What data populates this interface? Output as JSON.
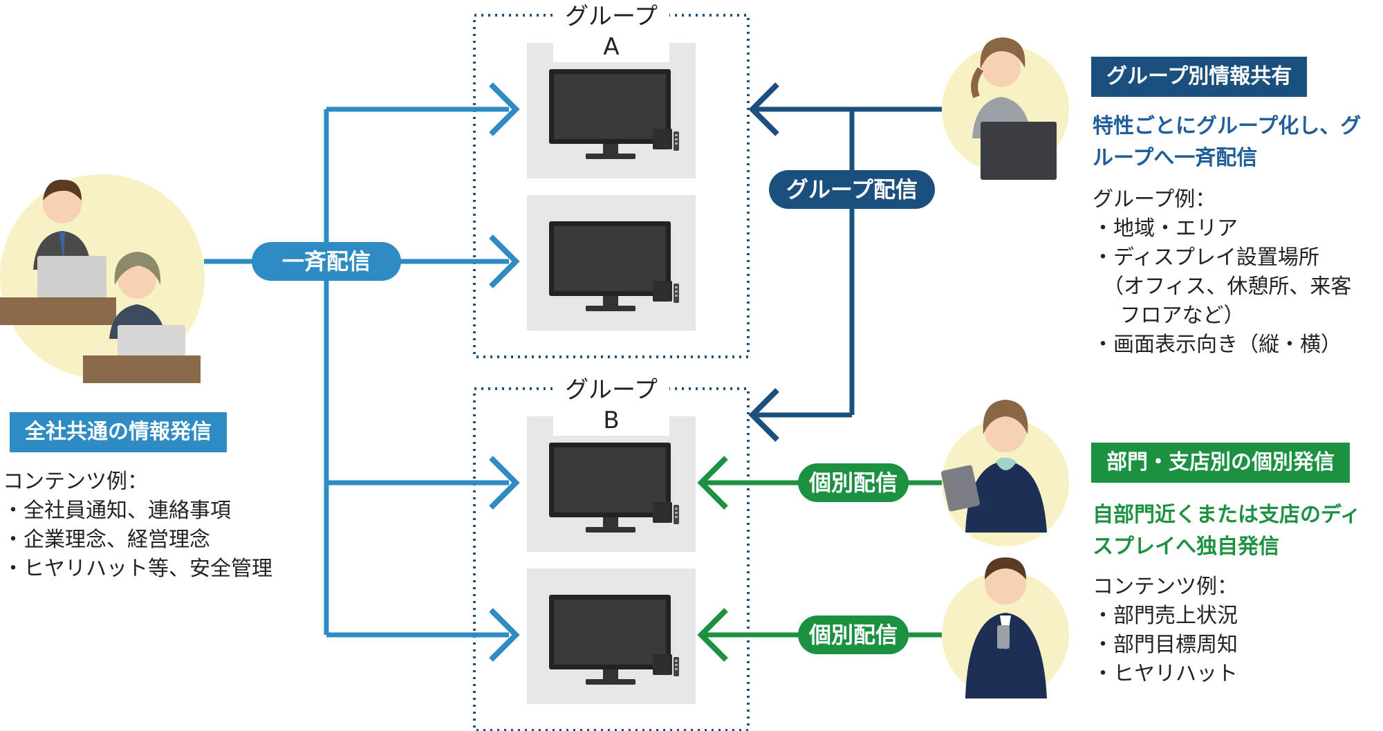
{
  "colors": {
    "blue": "#2e8bc4",
    "navy": "#1b4f7e",
    "green": "#1c9142",
    "avatar_bg": "#f7f1c4",
    "screen_panel": "#e6e6e6"
  },
  "groups": [
    {
      "label": "グループ A"
    },
    {
      "label": "グループ B"
    }
  ],
  "connectors": {
    "broadcast": "一斉配信",
    "group": "グループ配信",
    "individual_1": "個別配信",
    "individual_2": "個別配信"
  },
  "left_panel": {
    "heading": "全社共通の情報発信",
    "list_title": "コンテンツ例：",
    "items": [
      "・全社員通知、連絡事項",
      "・企業理念、経営理念",
      "・ヒヤリハット等、安全管理"
    ]
  },
  "right_top": {
    "heading": "グループ別情報共有",
    "subtitle_lines": [
      "特性ごとにグループ化し、グ",
      "ループへ一斉配信"
    ],
    "list_title": "グループ例：",
    "items": [
      "・地域・エリア",
      "・ディスプレイ設置場所",
      "　（オフィス、休憩所、来客",
      "　 フロアなど）",
      "・画面表示向き（縦・横）"
    ]
  },
  "right_bottom": {
    "heading": "部門・支店別の個別発信",
    "subtitle_lines": [
      "自部門近くまたは支店のディ",
      "スプレイへ独自発信"
    ],
    "list_title": "コンテンツ例：",
    "items": [
      "・部門売上状況",
      "・部門目標周知",
      "・ヒヤリハット"
    ]
  },
  "icons": [
    "monitor-icon",
    "media-player-icon",
    "office-workers-icon",
    "presenter-woman-icon",
    "tablet-woman-icon",
    "smartphone-man-icon",
    "arrow-head-icon"
  ]
}
